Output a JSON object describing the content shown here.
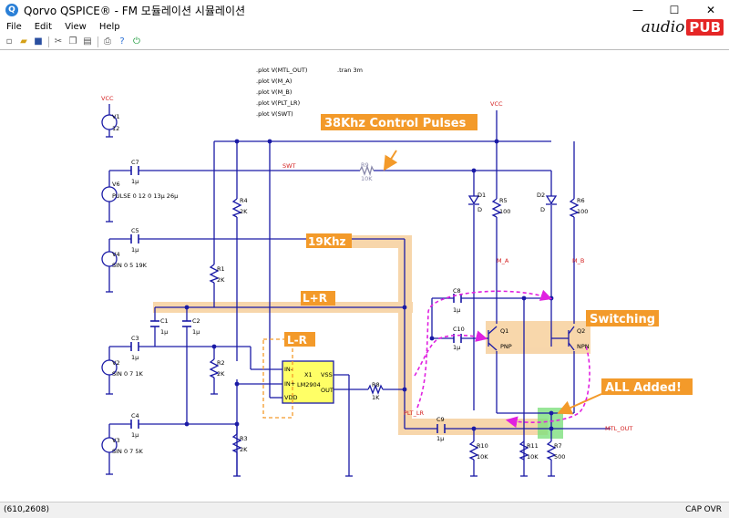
{
  "window": {
    "title": "Qorvo QSPICE® - FM 모듈레이션 시뮬레이션",
    "app_icon": "Q",
    "minimize": "—",
    "maximize": "☐",
    "close": "✕"
  },
  "menu": {
    "file": "File",
    "edit": "Edit",
    "view": "View",
    "help": "Help"
  },
  "logo": {
    "audio": "audio",
    "pub": "PUB"
  },
  "directives": {
    "plot1": ".plot V(MTL_OUT)",
    "plot2": ".plot V(M_A)",
    "plot3": ".plot V(M_B)",
    "plot4": ".plot V(PLT_LR)",
    "plot5": ".plot V(SWT)",
    "tran": ".tran 3m"
  },
  "annotations": {
    "control_pulses": "38Khz Control Pulses",
    "pilot": "19Khz",
    "lpr": "L+R",
    "lmr": "L-R",
    "switching": "Switching",
    "all_added": "ALL Added!"
  },
  "components": {
    "vcc1": "VCC",
    "vcc2": "VCC",
    "v1": "V1",
    "v1_val": "12",
    "v6": "V6",
    "v6_val": "PULSE 0 12 0 13μ 26μ",
    "v4": "V4",
    "v4_val": "SIN 0 5 19K",
    "v2": "V2",
    "v2_val": "SIN 0 7 1K",
    "v3": "V3",
    "v3_val": "SIN 0 7 5K",
    "c7": "C7",
    "c7_val": "1μ",
    "c5": "C5",
    "c5_val": "1μ",
    "c3": "C3",
    "c3_val": "1μ",
    "c4": "C4",
    "c4_val": "1μ",
    "c1": "C1",
    "c1_val": "1μ",
    "c2": "C2",
    "c2_val": "1μ",
    "c8": "C8",
    "c8_val": "1μ",
    "c10": "C10",
    "c10_val": "1μ",
    "c9": "C9",
    "c9_val": "1μ",
    "r4": "R4",
    "r4_val": "2K",
    "r1": "R1",
    "r1_val": "2K",
    "r2": "R2",
    "r2_val": "2K",
    "r3": "R3",
    "r3_val": "2K",
    "r9": "R9",
    "r9_val": "10K",
    "r8": "R8",
    "r8_val": "1K",
    "r5": "R5",
    "r5_val": "100",
    "r6": "R6",
    "r6_val": "100",
    "r10": "R10",
    "r10_val": "10K",
    "r11": "R11",
    "r11_val": "10K",
    "r7": "R7",
    "r7_val": "500",
    "d1": "D1",
    "d1_val": "D",
    "d2": "D2",
    "d2_val": "D",
    "q1": "Q1",
    "q1_val": "PNP",
    "q2": "Q2",
    "q2_val": "NPN",
    "x1": "X1",
    "x1_part": "LM2904",
    "pin_inm": "IN-",
    "pin_inp": "IN+",
    "pin_vdd": "VDD",
    "pin_vss": "VSS",
    "pin_out": "OUT"
  },
  "nets": {
    "swt": "SWT",
    "m_a": "M_A",
    "m_b": "M_B",
    "plt_lr": "PLT_LR",
    "mtl_out": "MTL_OUT"
  },
  "status": {
    "coords": "(610,2608)",
    "cap": "CAP",
    "ovr": "OVR"
  },
  "colors": {
    "wire": "#1a1aa6",
    "net_label": "#d42020",
    "highlight": "#f5c98f",
    "callout": "#f39a2a",
    "opamp": "#ffff66",
    "arrow": "#e020e0",
    "green": "#7ee07e"
  }
}
